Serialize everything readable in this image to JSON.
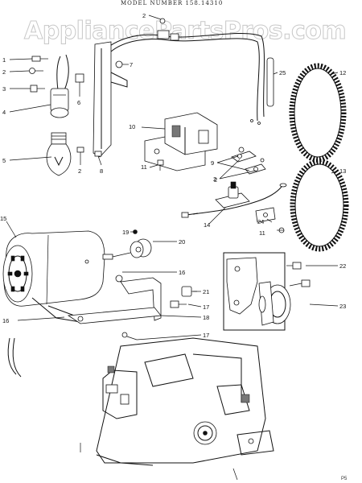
{
  "header": {
    "model_line": "MODEL NUMBER 158.14310"
  },
  "watermark": {
    "text": "AppliancePartsPros.com"
  },
  "callouts": [
    {
      "id": "c-2-top",
      "label": "2"
    },
    {
      "id": "c-1",
      "label": "1"
    },
    {
      "id": "c-2a",
      "label": "2"
    },
    {
      "id": "c-3",
      "label": "3"
    },
    {
      "id": "c-4",
      "label": "4"
    },
    {
      "id": "c-6",
      "label": "6"
    },
    {
      "id": "c-7",
      "label": "7"
    },
    {
      "id": "c-8",
      "label": "8"
    },
    {
      "id": "c-2b",
      "label": "2"
    },
    {
      "id": "c-5",
      "label": "5"
    },
    {
      "id": "c-10",
      "label": "10"
    },
    {
      "id": "c-11",
      "label": "11"
    },
    {
      "id": "c-9",
      "label": "9"
    },
    {
      "id": "c-2c",
      "label": "2"
    },
    {
      "id": "c-25",
      "label": "25"
    },
    {
      "id": "c-12",
      "label": "12"
    },
    {
      "id": "c-13",
      "label": "13"
    },
    {
      "id": "c-2d",
      "label": "2"
    },
    {
      "id": "c-14",
      "label": "14"
    },
    {
      "id": "c-24",
      "label": "24"
    },
    {
      "id": "c-11b",
      "label": "11"
    },
    {
      "id": "c-15",
      "label": "15"
    },
    {
      "id": "c-19",
      "label": "19"
    },
    {
      "id": "c-20",
      "label": "20"
    },
    {
      "id": "c-16a",
      "label": "16"
    },
    {
      "id": "c-22",
      "label": "22"
    },
    {
      "id": "c-23",
      "label": "23"
    },
    {
      "id": "c-21",
      "label": "21"
    },
    {
      "id": "c-17a",
      "label": "17"
    },
    {
      "id": "c-18",
      "label": "18"
    },
    {
      "id": "c-16b",
      "label": "16"
    },
    {
      "id": "c-17b",
      "label": "17"
    }
  ],
  "page_ref": "P5"
}
